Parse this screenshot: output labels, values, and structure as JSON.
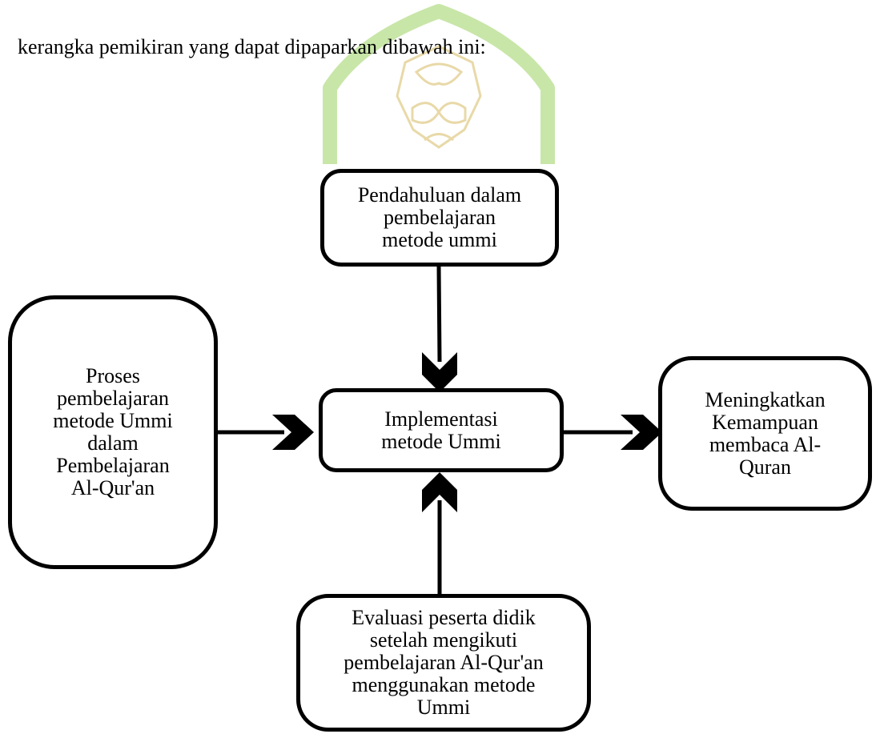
{
  "intro_text": "kerangka pemikiran yang dapat dipaparkan dibawah ini:",
  "colors": {
    "box_border": "#000000",
    "arrow": "#000000",
    "watermark": "#c8e6a8"
  },
  "watermark": "university-emblem-watermark",
  "boxes": {
    "top": "Pendahuluan dalam\npembelajaran\nmetode ummi",
    "left": "Proses\npembelajaran\nmetode Ummi\ndalam\nPembelajaran\nAl-Qur'an",
    "center": "Implementasi\nmetode Ummi",
    "right": "Meningkatkan\nKemampuan\nmembaca Al-\nQuran",
    "bottom": "Evaluasi peserta didik\nsetelah mengikuti\npembelajaran Al-Qur'an\nmenggunakan metode\nUmmi"
  }
}
